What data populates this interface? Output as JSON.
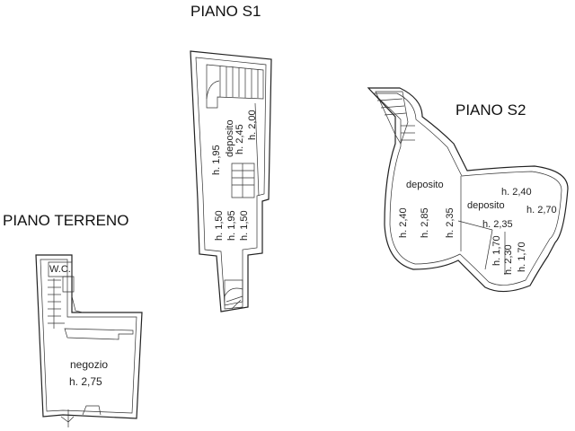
{
  "titles": {
    "piano_s1": "PIANO S1",
    "piano_s2": "PIANO S2",
    "piano_terreno": "PIANO TERRENO"
  },
  "piano_s1": {
    "upper_room": {
      "name": "deposito",
      "heights": [
        "h. 1,95",
        "h. 2,45",
        "h. 2,00"
      ]
    },
    "lower_room": {
      "heights": [
        "h. 1,50",
        "h. 1,95",
        "h. 1,50"
      ]
    }
  },
  "piano_s2": {
    "left_room": {
      "name": "deposito",
      "heights": [
        "h. 2,40",
        "h. 2,85",
        "h. 2,35"
      ]
    },
    "right_room": {
      "name": "deposito",
      "heights": [
        "h. 2,40",
        "h. 2,70",
        "h. 2,35"
      ]
    },
    "lower_room": {
      "heights": [
        "h. 1,70",
        "h. 2,30",
        "h. 1,70"
      ]
    }
  },
  "piano_terreno": {
    "wc": "W.C.",
    "shop": {
      "name": "negozio",
      "height": "h. 2,75"
    }
  }
}
